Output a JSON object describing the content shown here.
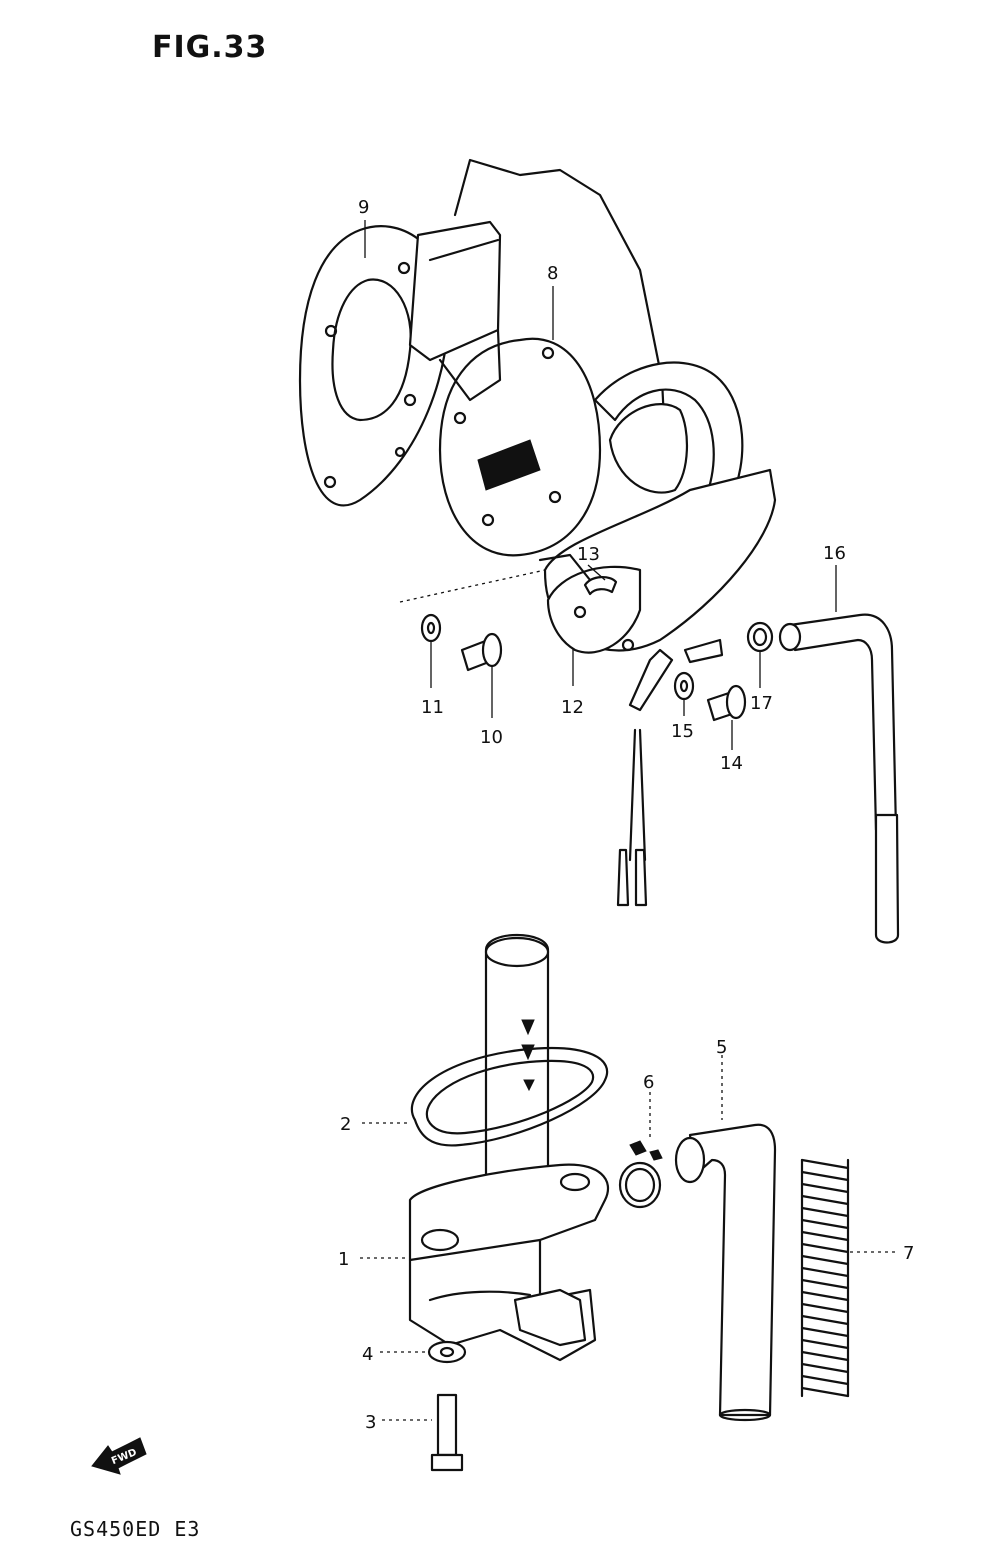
{
  "title": "FIG.33",
  "model_code": "GS450ED E3",
  "fwd_label": "FWD",
  "callouts": [
    "1",
    "2",
    "3",
    "4",
    "5",
    "6",
    "7",
    "8",
    "9",
    "10",
    "11",
    "12",
    "13",
    "14",
    "15",
    "16",
    "17"
  ]
}
